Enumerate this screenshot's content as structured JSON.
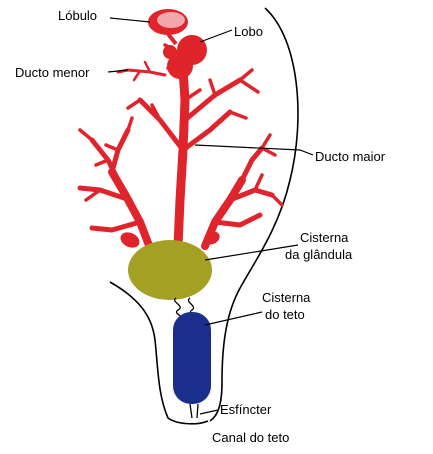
{
  "colors": {
    "duct": "#e0242c",
    "lobulo": "#f2a7ad",
    "cisterna_glandula": "#a3a024",
    "cisterna_teto": "#1a2e8c",
    "outline": "#000000"
  },
  "labels": {
    "lobulo": "Lóbulo",
    "lobo": "Lobo",
    "ducto_menor": "Ducto menor",
    "ducto_maior": "Ducto maior",
    "cisterna_glandula_1": "Cisterna",
    "cisterna_glandula_2": "da glândula",
    "cisterna_teto_1": "Cisterna",
    "cisterna_teto_2": "do teto",
    "esfincter": "Esfíncter",
    "canal_teto": "Canal do teto"
  }
}
